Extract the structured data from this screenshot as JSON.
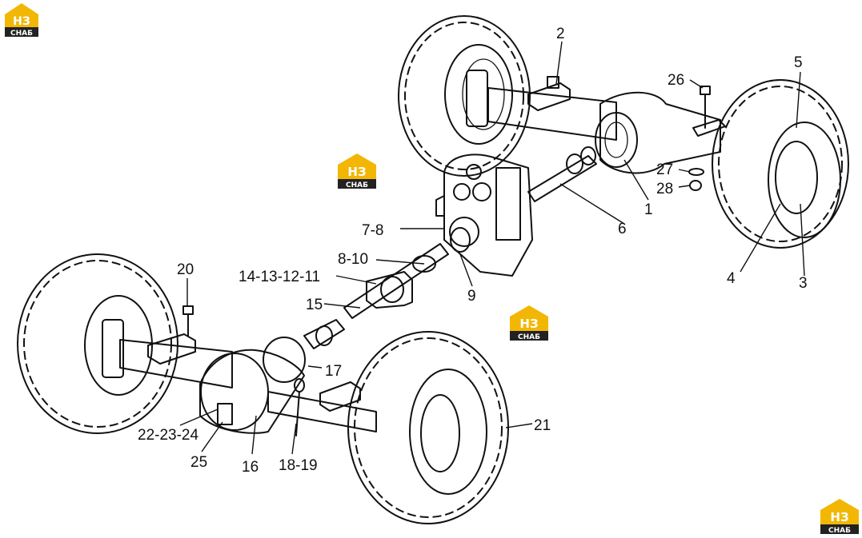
{
  "brand": {
    "logo_letters": "НЗ",
    "logo_sub": "СНАБ",
    "logo_color": "#f2b705",
    "logo_dark": "#222222"
  },
  "part_labels": [
    "1",
    "2",
    "3",
    "4",
    "5",
    "6",
    "7-8",
    "8-10",
    "9",
    "14-13-12-11",
    "15",
    "16",
    "17",
    "18-19",
    "20",
    "21",
    "22-23-24",
    "25",
    "26",
    "27",
    "28"
  ]
}
